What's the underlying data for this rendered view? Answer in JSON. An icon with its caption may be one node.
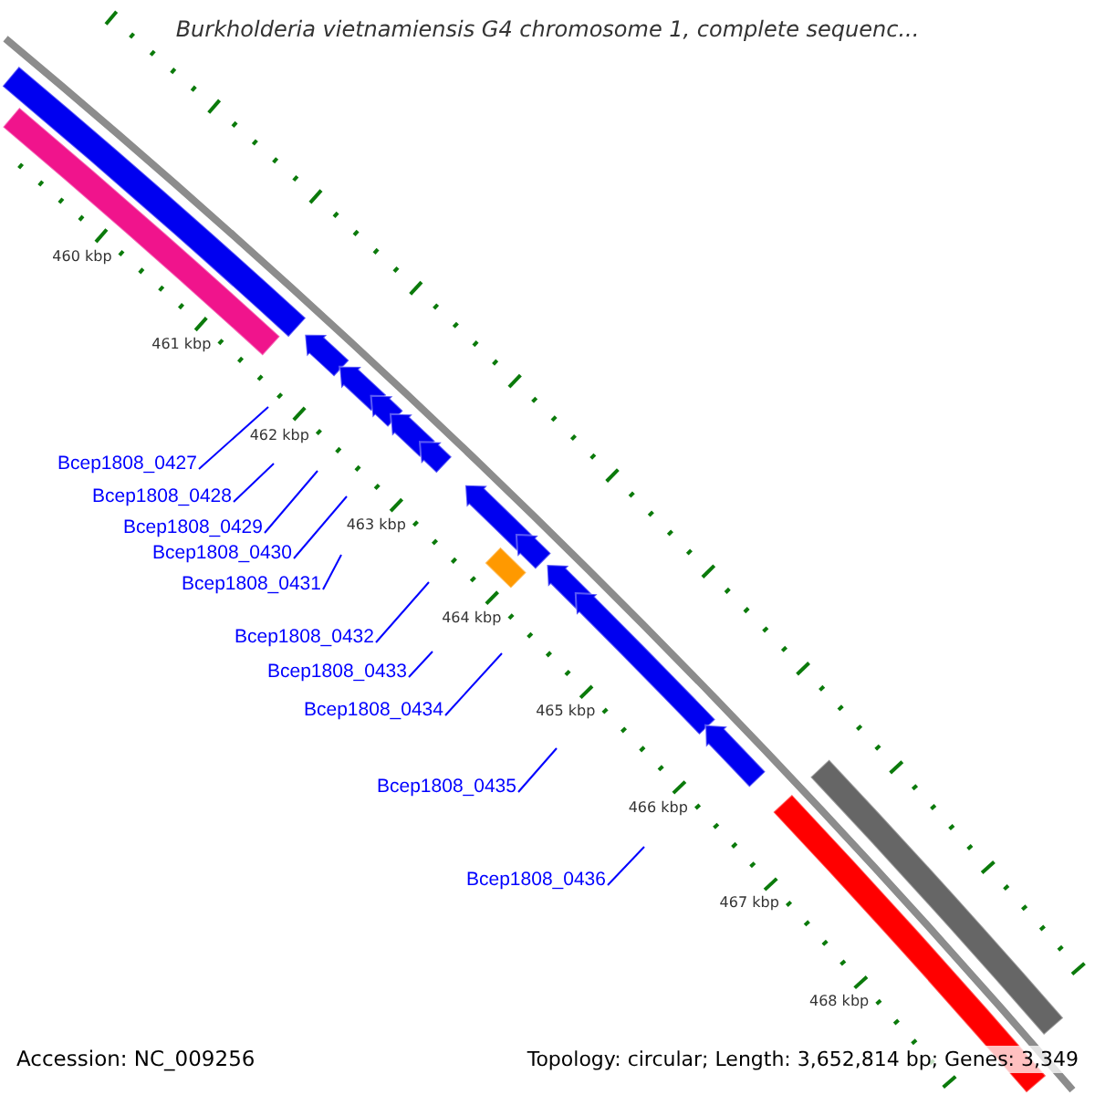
{
  "diagram": {
    "title": "Burkholderia vietnamiensis G4 chromosome 1, complete sequenc...",
    "nodes": [
      {
        "text": [
          "Bcep1808_0427"
        ]
      },
      {
        "text": [
          "Bcep1808_0428"
        ]
      },
      {
        "text": [
          "Bcep1808_0429"
        ]
      },
      {
        "text": [
          "Bcep1808_0430"
        ]
      },
      {
        "text": [
          "Bcep1808_0431"
        ]
      },
      {
        "text": [
          "Bcep1808_0432"
        ]
      },
      {
        "text": [
          "Bcep1808_0433"
        ]
      },
      {
        "text": [
          "Bcep1808_0434"
        ]
      },
      {
        "text": [
          "Bcep1808_0435"
        ]
      },
      {
        "text": [
          "Bcep1808_0436"
        ]
      }
    ],
    "edges": [
      {
        "from": 0,
        "to": null,
        "arrow": "none"
      },
      {
        "from": 1,
        "to": null,
        "arrow": "none"
      },
      {
        "from": 2,
        "to": null,
        "arrow": "none"
      },
      {
        "from": 3,
        "to": null,
        "arrow": "none"
      },
      {
        "from": 4,
        "to": null,
        "arrow": "none"
      },
      {
        "from": 5,
        "to": null,
        "arrow": "none"
      },
      {
        "from": 6,
        "to": null,
        "arrow": "none"
      },
      {
        "from": 7,
        "to": null,
        "arrow": "none"
      },
      {
        "from": 8,
        "to": null,
        "arrow": "none"
      },
      {
        "from": 9,
        "to": null,
        "arrow": "none"
      }
    ],
    "labels": [
      "460 kbp",
      "461 kbp",
      "462 kbp",
      "463 kbp",
      "464 kbp",
      "465 kbp",
      "466 kbp",
      "467 kbp",
      "468 kbp",
      "Accession: NC_009256",
      "Topology: circular; Length: 3,652,814 bp; Genes: 3,349"
    ]
  }
}
